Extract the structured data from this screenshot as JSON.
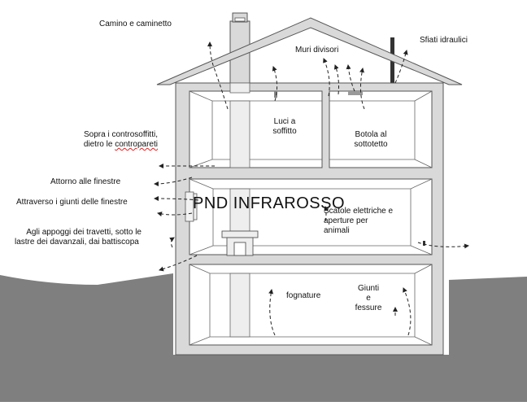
{
  "title": "PND INFRAROSSO",
  "labels": {
    "chimney": "Camino e caminetto",
    "partitions": "Muri divisori",
    "plumbing_vents": "Sfiati idraulici",
    "ceiling_lights_1": "Luci a",
    "ceiling_lights_2": "soffitto",
    "attic_hatch_1": "Botola al",
    "attic_hatch_2": "sottotetto",
    "above_ceilings_1": "Sopra i controsoffitti,",
    "above_ceilings_2a": "dietro le ",
    "above_ceilings_2b": "contropareti",
    "around_windows": "Attorno alle finestre",
    "window_joints": "Attraverso i giunti delle finestre",
    "electric_boxes_1": "Scatole elettriche e",
    "electric_boxes_2": "aperture per",
    "electric_boxes_3": "animali",
    "joists_1": "Agli appoggi dei travetti, sotto le",
    "joists_2": "lastre dei davanzali, dai battiscopa",
    "sewers": "fognature",
    "joints_1": "Giunti",
    "joints_2": "e",
    "joints_3": "fessure"
  },
  "colors": {
    "wall_fill": "#d9d9d9",
    "wall_stroke": "#555555",
    "ground": "#7f7f7f",
    "arrow": "#222222",
    "misspell": "#dd2222"
  }
}
